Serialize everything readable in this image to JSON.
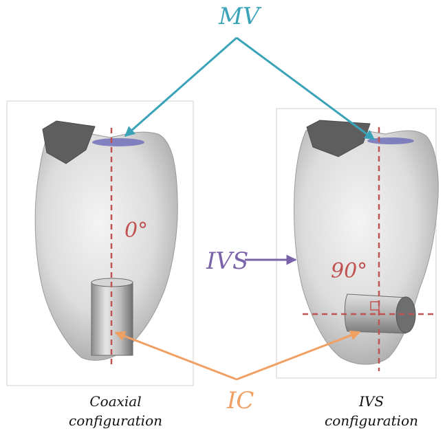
{
  "labels": {
    "mv": "MV",
    "ivs": "IVS",
    "ic": "IC",
    "angle_left": "0°",
    "angle_right": "90°"
  },
  "captions": {
    "left_line1": "Coaxial",
    "left_line2": "configuration",
    "right_line1": "IVS",
    "right_line2": "configuration"
  },
  "colors": {
    "mv": "#3aa3b8",
    "ivs": "#7a63a8",
    "ic": "#f0a062",
    "axis": "#c05252",
    "valve": "#6a6ab8"
  }
}
